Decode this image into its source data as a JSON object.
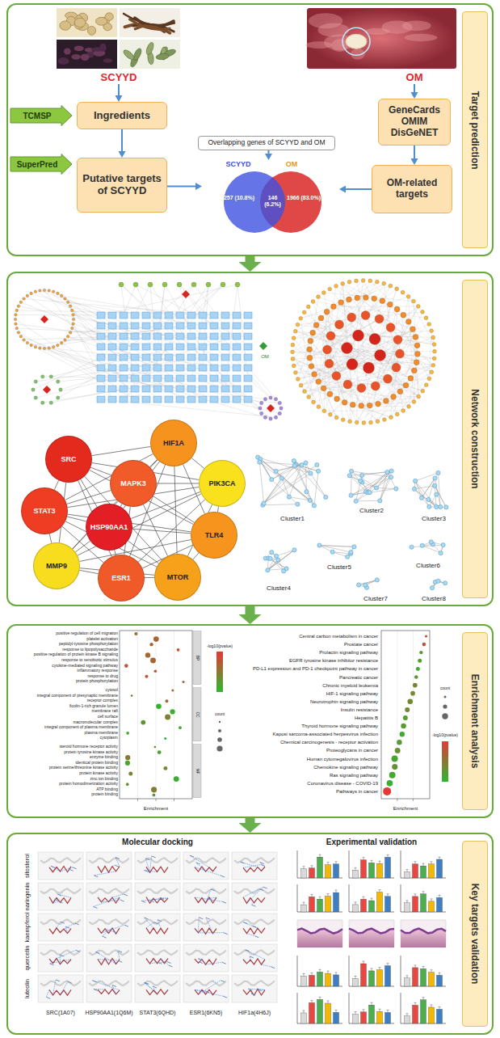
{
  "diagram": {
    "nodes": [
      {
        "text": [
          "Target prediction"
        ]
      },
      {
        "text": [
          "SCYYD"
        ],
        "in": 0
      },
      {
        "text": [
          "OM"
        ],
        "in": 0
      },
      {
        "text": [
          "TCMSP"
        ],
        "in": 0
      },
      {
        "text": [
          "Ingredients"
        ],
        "in": 0
      },
      {
        "text": [
          "GeneCards OMIM DisGeNET"
        ],
        "in": 0
      },
      {
        "text": [
          "SuperPred"
        ],
        "in": 0
      },
      {
        "text": [
          "Putative targets of SCYYD"
        ],
        "in": 0
      },
      {
        "text": [
          "Overlapping genes of SCYYD and OM"
        ],
        "in": 0
      },
      {
        "text": [
          "SCYYD",
          "OM",
          "257 (10.8%)",
          "146 (6.2%)",
          "1966 (83.0%)"
        ],
        "in": 0
      },
      {
        "text": [
          "OM-related targets"
        ],
        "in": 0
      },
      {
        "text": [
          "Network construction"
        ]
      },
      {
        "text": [
          "SRC"
        ],
        "in": 11
      },
      {
        "text": [
          "HIF1A"
        ],
        "in": 11
      },
      {
        "text": [
          "MAPK3"
        ],
        "in": 11
      },
      {
        "text": [
          "PIK3CA"
        ],
        "in": 11
      },
      {
        "text": [
          "STAT3"
        ],
        "in": 11
      },
      {
        "text": [
          "HSP90AA1"
        ],
        "in": 11
      },
      {
        "text": [
          "TLR4"
        ],
        "in": 11
      },
      {
        "text": [
          "MMP9"
        ],
        "in": 11
      },
      {
        "text": [
          "ESR1"
        ],
        "in": 11
      },
      {
        "text": [
          "MTOR"
        ],
        "in": 11
      },
      {
        "text": [
          "Enrichment analysis"
        ]
      },
      {
        "text": [
          "Key targets validation"
        ]
      }
    ],
    "edges": [
      {
        "from": 1,
        "to": 4,
        "arrow": "to"
      },
      {
        "from": 4,
        "to": 7,
        "arrow": "to"
      },
      {
        "from": 7,
        "to": 9,
        "arrow": "to"
      },
      {
        "from": 2,
        "to": 5,
        "arrow": "to"
      },
      {
        "from": 5,
        "to": 10,
        "arrow": "to"
      },
      {
        "from": 10,
        "to": 9,
        "arrow": "to"
      },
      {
        "from": 8,
        "to": 9,
        "arrow": "to"
      },
      {
        "from": 0,
        "to": 11,
        "arrow": "to"
      },
      {
        "from": 11,
        "to": 22,
        "arrow": "to"
      },
      {
        "from": 22,
        "to": 23,
        "arrow": "to"
      },
      {
        "from": 12,
        "to": 13,
        "arrow": "none"
      },
      {
        "from": 12,
        "to": 14,
        "arrow": "none"
      },
      {
        "from": 12,
        "to": 15,
        "arrow": "none"
      },
      {
        "from": 12,
        "to": 16,
        "arrow": "none"
      },
      {
        "from": 12,
        "to": 17,
        "arrow": "none"
      },
      {
        "from": 12,
        "to": 18,
        "arrow": "none"
      },
      {
        "from": 12,
        "to": 19,
        "arrow": "none"
      },
      {
        "from": 12,
        "to": 20,
        "arrow": "none"
      },
      {
        "from": 12,
        "to": 21,
        "arrow": "none"
      },
      {
        "from": 13,
        "to": 14,
        "arrow": "none"
      },
      {
        "from": 13,
        "to": 15,
        "arrow": "none"
      },
      {
        "from": 13,
        "to": 16,
        "arrow": "none"
      },
      {
        "from": 13,
        "to": 17,
        "arrow": "none"
      },
      {
        "from": 13,
        "to": 18,
        "arrow": "none"
      },
      {
        "from": 13,
        "to": 19,
        "arrow": "none"
      },
      {
        "from": 13,
        "to": 20,
        "arrow": "none"
      },
      {
        "from": 13,
        "to": 21,
        "arrow": "none"
      },
      {
        "from": 14,
        "to": 15,
        "arrow": "none"
      },
      {
        "from": 14,
        "to": 16,
        "arrow": "none"
      },
      {
        "from": 14,
        "to": 17,
        "arrow": "none"
      },
      {
        "from": 14,
        "to": 18,
        "arrow": "none"
      },
      {
        "from": 14,
        "to": 19,
        "arrow": "none"
      },
      {
        "from": 14,
        "to": 20,
        "arrow": "none"
      },
      {
        "from": 14,
        "to": 21,
        "arrow": "none"
      },
      {
        "from": 15,
        "to": 16,
        "arrow": "none"
      },
      {
        "from": 15,
        "to": 17,
        "arrow": "none"
      },
      {
        "from": 15,
        "to": 18,
        "arrow": "none"
      },
      {
        "from": 15,
        "to": 19,
        "arrow": "none"
      },
      {
        "from": 15,
        "to": 20,
        "arrow": "none"
      },
      {
        "from": 15,
        "to": 21,
        "arrow": "none"
      },
      {
        "from": 16,
        "to": 17,
        "arrow": "none"
      },
      {
        "from": 16,
        "to": 18,
        "arrow": "none"
      },
      {
        "from": 16,
        "to": 19,
        "arrow": "none"
      },
      {
        "from": 16,
        "to": 20,
        "arrow": "none"
      },
      {
        "from": 16,
        "to": 21,
        "arrow": "none"
      },
      {
        "from": 17,
        "to": 18,
        "arrow": "none"
      },
      {
        "from": 17,
        "to": 19,
        "arrow": "none"
      },
      {
        "from": 17,
        "to": 20,
        "arrow": "none"
      },
      {
        "from": 17,
        "to": 21,
        "arrow": "none"
      },
      {
        "from": 18,
        "to": 19,
        "arrow": "none"
      },
      {
        "from": 18,
        "to": 20,
        "arrow": "none"
      },
      {
        "from": 18,
        "to": 21,
        "arrow": "none"
      },
      {
        "from": 19,
        "to": 20,
        "arrow": "none"
      },
      {
        "from": 19,
        "to": 21,
        "arrow": "none"
      },
      {
        "from": 20,
        "to": 21,
        "arrow": "none"
      }
    ],
    "labels": [
      "Molecular docking",
      "Experimental validation",
      "sitosterol",
      "naringenin",
      "kaempferol",
      "quercetin",
      "luteolin",
      "SRC(1A07)",
      "HSP90AA1(1Q6M)",
      "STAT3(6QHD)",
      "ESR1(6KN5)",
      "HIF1a(4H6J)",
      "Cluster1",
      "Cluster2",
      "Cluster3",
      "Cluster4",
      "Cluster5",
      "Cluster6",
      "Cluster7",
      "Cluster8",
      "Enrichment",
      "Enrichment",
      "BP",
      "CC",
      "MF",
      "-log10(pvalue)",
      "count",
      "-log10(pvalue)",
      "count",
      "Central carbon metabolism in cancer",
      "Prostate cancer",
      "Prolactin signaling pathway",
      "EGFR tyrosine kinase inhibitor resistance",
      "PD-L1 expression and PD-1 checkpoint pathway in cancer",
      "Pancreatic cancer",
      "Chronic myeloid leukemia",
      "HIF-1 signaling pathway",
      "Neurotrophin signaling pathway",
      "Insulin resistance",
      "Hepatitis B",
      "Thyroid hormone signaling pathway",
      "Kaposi sarcoma-associated herpesvirus infection",
      "Chemical carcinogenesis - receptor activation",
      "Proteoglycans in cancer",
      "Human cytomegalovirus infection",
      "Chemokine signaling pathway",
      "Ras signaling pathway",
      "Coronavirus disease - COVID-19",
      "Pathways in cancer",
      "positive regulation of cell migration",
      "platelet activation",
      "peptidyl-tyrosine phosphorylation",
      "response to lipopolysaccharide",
      "positive regulation of protein kinase B signaling",
      "response to xenobiotic stimulus",
      "cytokine-mediated signaling pathway",
      "inflammatory response",
      "response to drug",
      "protein phosphorylation",
      "cytosol",
      "integral component of presynaptic membrane",
      "receptor complex",
      "ficolin-1-rich granule lumen",
      "membrane raft",
      "cell surface",
      "macromolecular complex",
      "integral component of plasma membrane",
      "plasma membrane",
      "cytoplasm",
      "steroid hormone receptor activity",
      "protein tyrosine kinase activity",
      "enzyme binding",
      "identical protein binding",
      "protein serine/threonine kinase activity",
      "protein kinase activity",
      "zinc ion binding",
      "protein homodimerization activity",
      "ATP binding",
      "protein binding",
      "OM"
    ]
  }
}
